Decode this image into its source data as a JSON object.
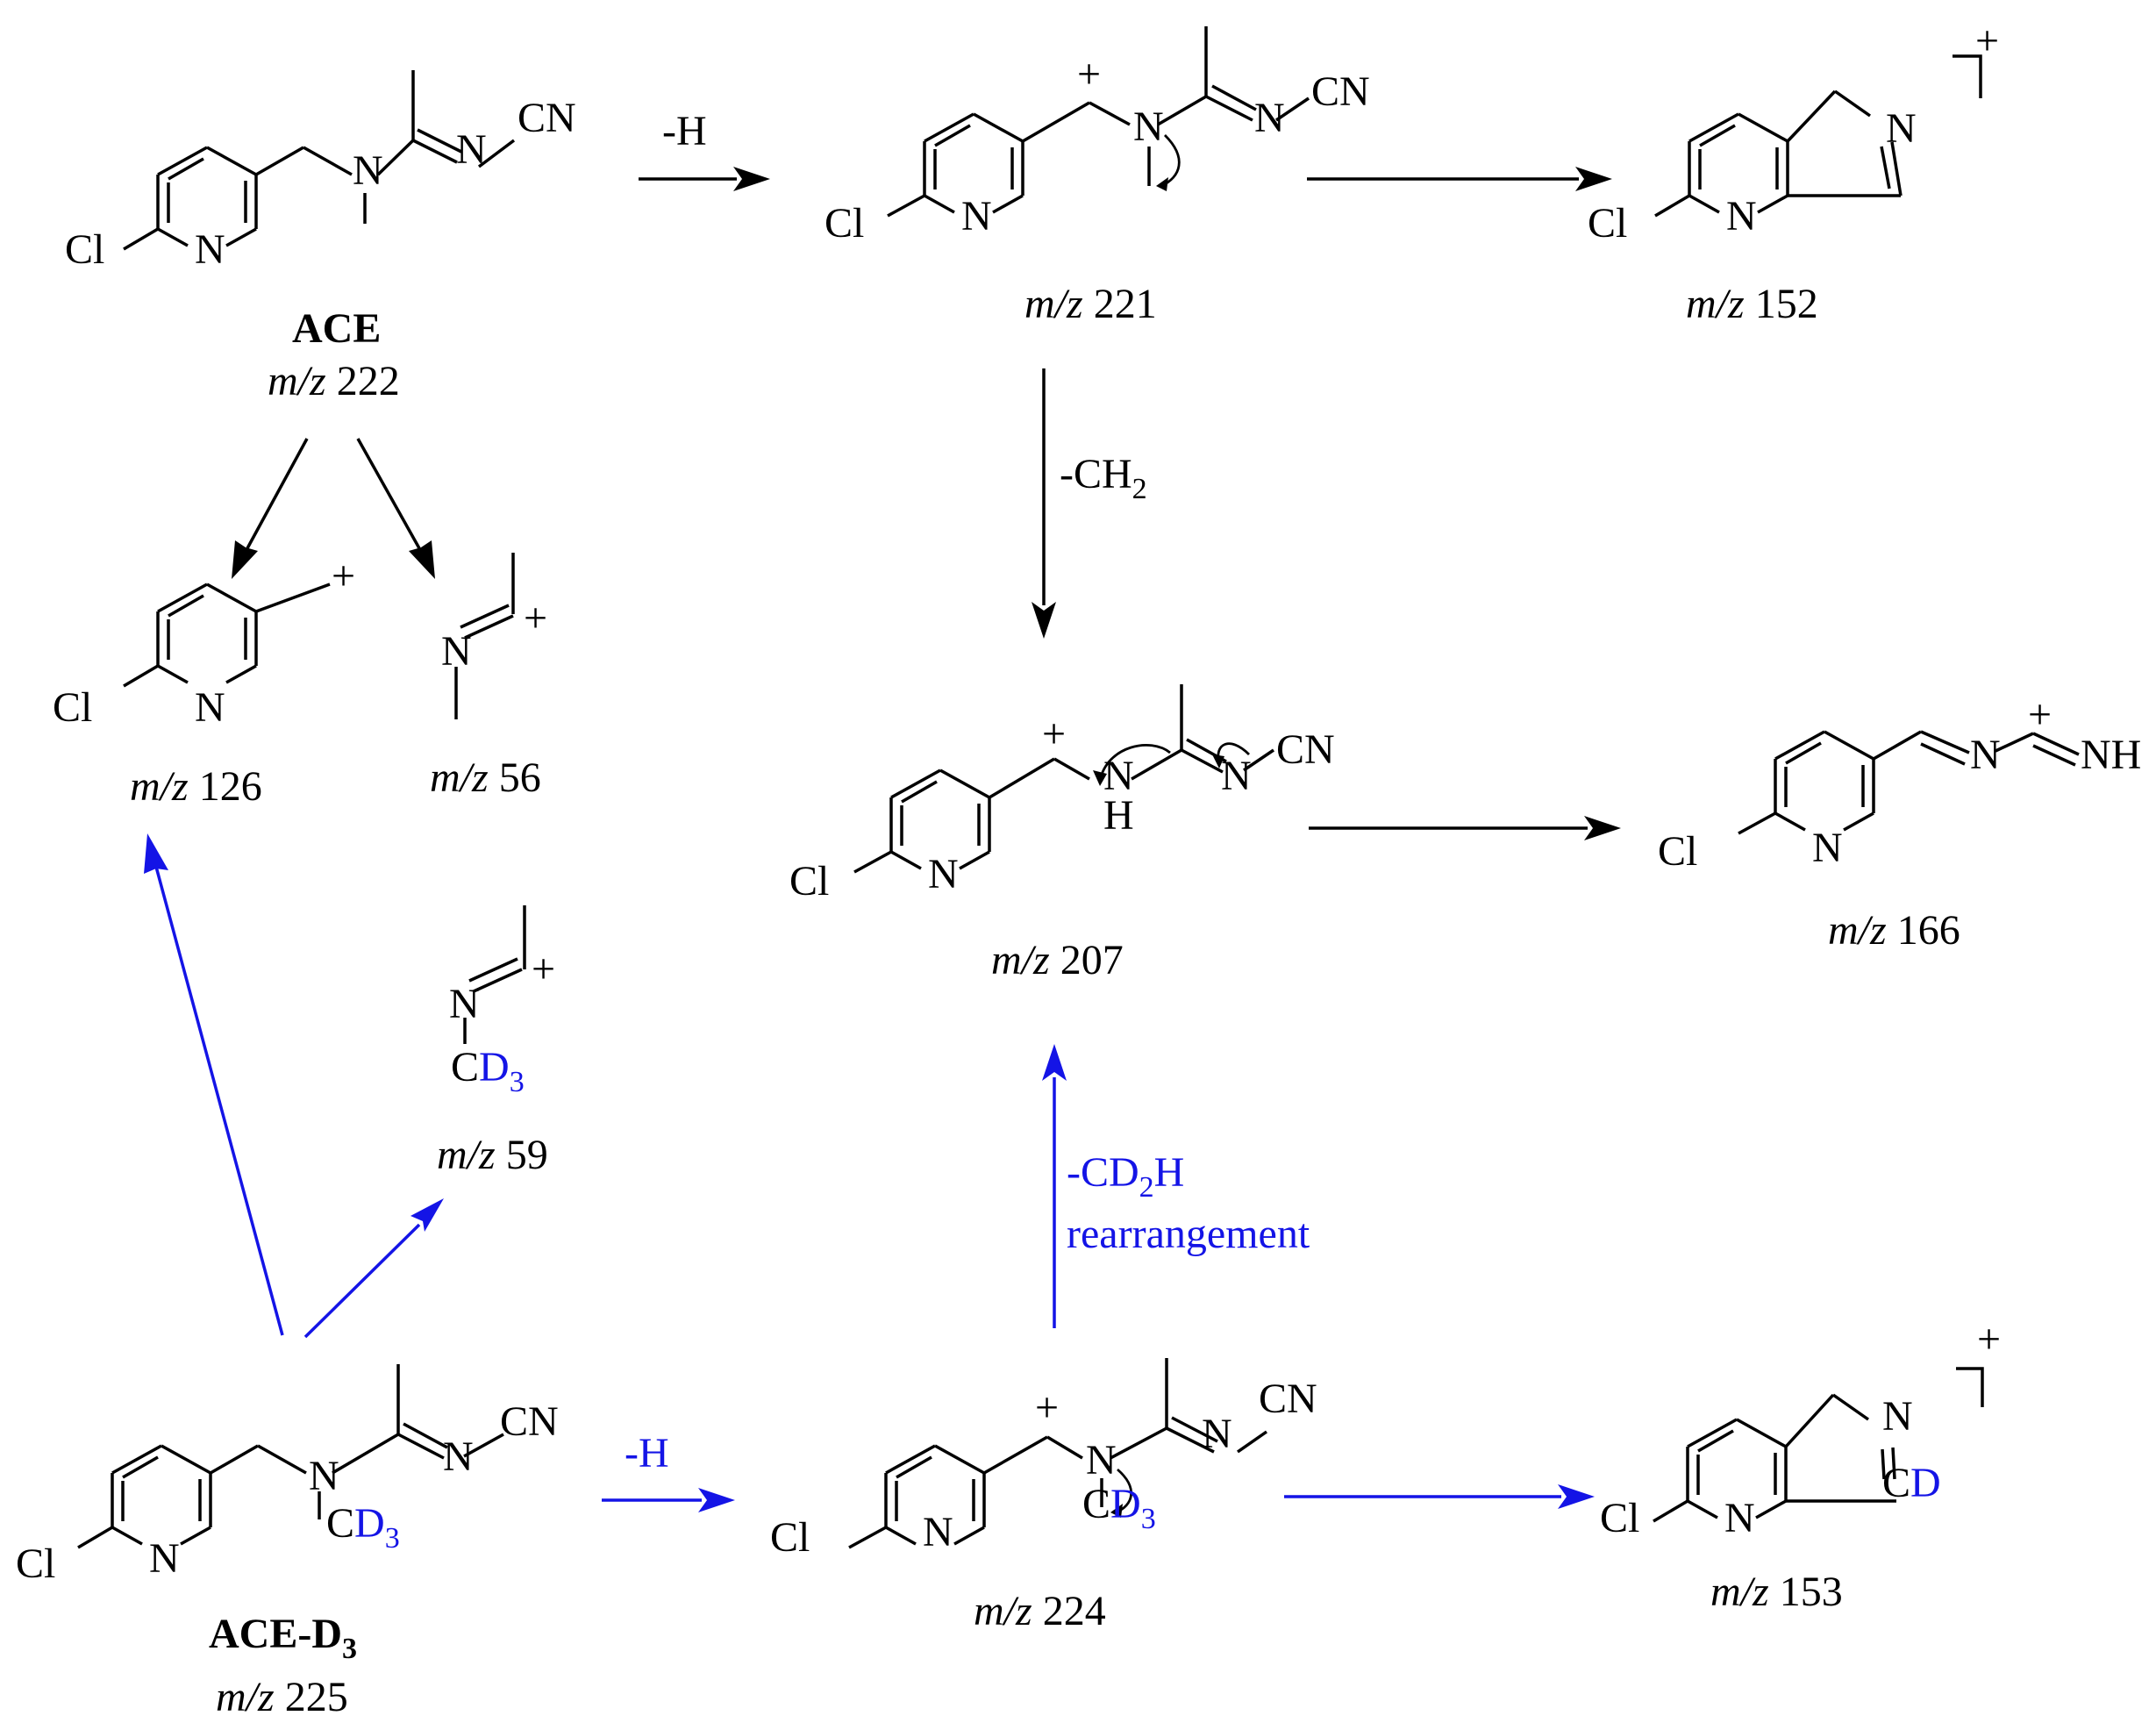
{
  "atoms": {
    "cl": "Cl",
    "n": "N",
    "cn": "CN",
    "h": "H",
    "nh": "NH",
    "plus": "+",
    "c": "C",
    "d": "D",
    "d3": "3"
  },
  "compounds": {
    "ace": {
      "name": "ACE",
      "mz_prefix": "m/z",
      "mz_value": "222"
    },
    "ace_d3": {
      "name": "ACE-D",
      "name_sub": "3",
      "mz_prefix": "m/z",
      "mz_value": "225"
    },
    "f221": {
      "mz_prefix": "m/z",
      "mz_value": "221"
    },
    "f152": {
      "mz_prefix": "m/z",
      "mz_value": "152"
    },
    "f126": {
      "mz_prefix": "m/z",
      "mz_value": "126"
    },
    "f56": {
      "mz_prefix": "m/z",
      "mz_value": "56"
    },
    "f59": {
      "mz_prefix": "m/z",
      "mz_value": "59"
    },
    "f207": {
      "mz_prefix": "m/z",
      "mz_value": "207"
    },
    "f166": {
      "mz_prefix": "m/z",
      "mz_value": "166"
    },
    "f224": {
      "mz_prefix": "m/z",
      "mz_value": "224"
    },
    "f153": {
      "mz_prefix": "m/z",
      "mz_value": "153"
    }
  },
  "arrows": {
    "ace_to_221": "-H",
    "f221_to_207_prefix": "-CH",
    "f221_to_207_sub": "2",
    "d3_to_224": "-H",
    "f224_to_207_prefix": "-CD",
    "f224_to_207_sub": "2",
    "f224_to_207_suffix": "H",
    "f224_to_207_line2": "rearrangement"
  },
  "colors": {
    "ace_pathway": "#000000",
    "ace_d3_pathway": "#1414e6"
  }
}
